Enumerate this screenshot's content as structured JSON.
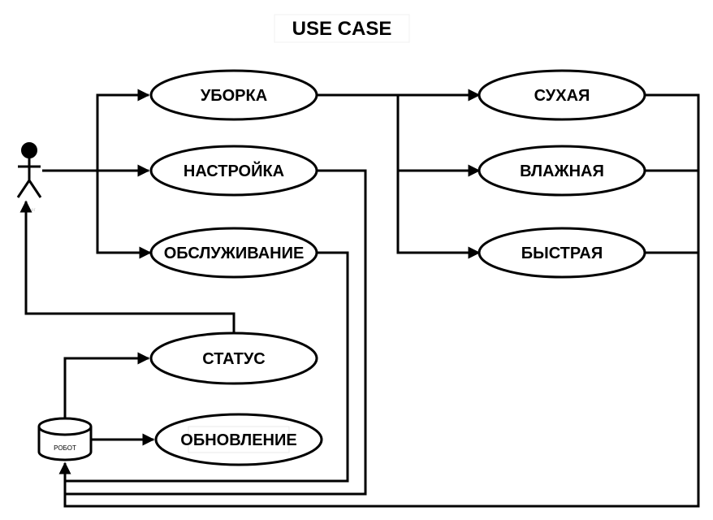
{
  "title": "USE CASE",
  "actor": {
    "label": "ег"
  },
  "robot": {
    "label": "РОБОТ"
  },
  "use_cases": {
    "uborka": "УБОРКА",
    "nastroika": "НАСТРОЙКА",
    "obsluzhivanie": "ОБСЛУЖИВАНИЕ",
    "status": "СТАТУС",
    "obnovlenie": "ОБНОВЛЕНИЕ",
    "sukhaya": "СУХАЯ",
    "vlazhnaya": "ВЛАЖНАЯ",
    "bystraya": "БЫСТРАЯ"
  }
}
